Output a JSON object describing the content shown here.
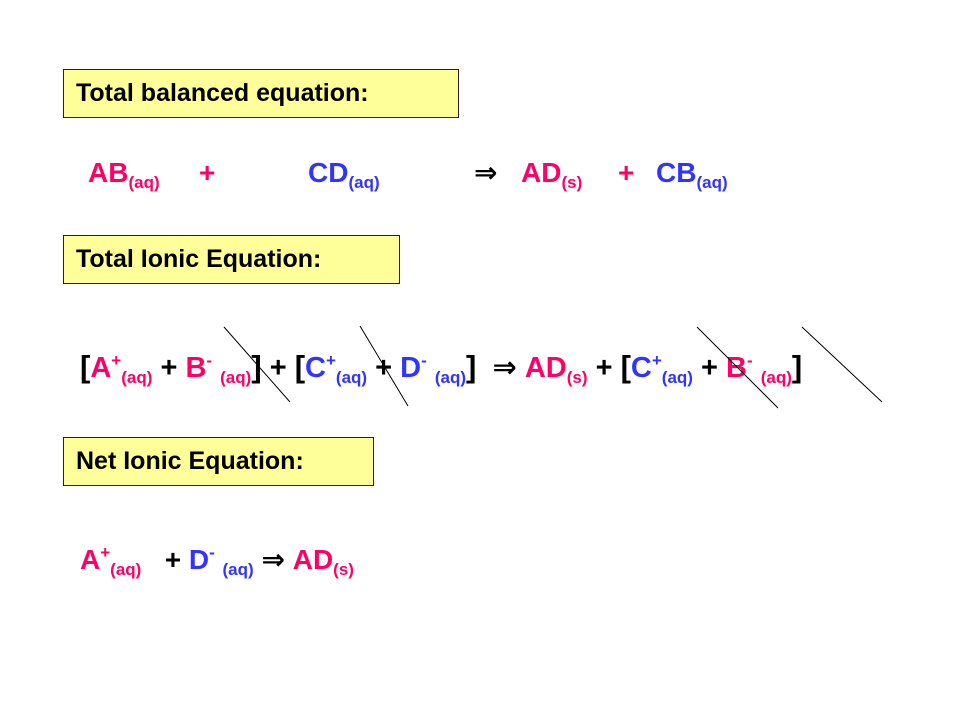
{
  "labels": {
    "balanced": "Total balanced equation:",
    "ionic": "Total Ionic Equation:",
    "net": "Net Ionic Equation:"
  },
  "arrow": "⇒",
  "plus": "+",
  "balanced_eq": {
    "ab": "AB",
    "ab_state": "(aq)",
    "cd": "CD",
    "cd_state": "(aq)",
    "ad": "AD",
    "ad_state": "(s)",
    "cb": "CB",
    "cb_state": "(aq)"
  },
  "ionic_eq": {
    "open1": "[",
    "a": "A",
    "a_charge": "+",
    "a_state": "(aq)",
    "b": "B",
    "b_charge": "-",
    "b_state": "(aq)",
    "close1": "]",
    "open2": "[",
    "c": "C",
    "c_charge": "+",
    "c_state": "(aq)",
    "d": "D",
    "d_charge": "-",
    "d_state": "(aq)",
    "close2": "]",
    "ad": "AD",
    "ad_state": "(s)",
    "open3": "[",
    "c2": "C",
    "c2_charge": "+",
    "c2_state": "(aq)",
    "b2": "B",
    "b2_charge": "-",
    "b2_state": "(aq)",
    "close3": "]"
  },
  "net_eq": {
    "a": "A",
    "a_charge": "+",
    "a_state": "(aq)",
    "d": "D",
    "d_charge": "-",
    "d_state": "(aq)",
    "ad": "AD",
    "ad_state": "(s)"
  },
  "colors": {
    "cation": "#ff0066",
    "anion": "#3333ff",
    "label_bg": "#ffff99"
  }
}
